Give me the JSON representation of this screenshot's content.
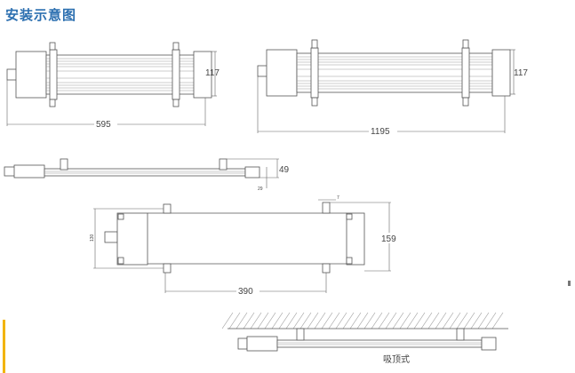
{
  "title": "安装示意图",
  "top_view_600": {
    "width_label": "595",
    "height_label": "117"
  },
  "top_view_1200": {
    "width_label": "1195",
    "height_label": "117"
  },
  "side_view": {
    "height_label": "49",
    "cap_label": "29"
  },
  "front_view": {
    "height_left_label": "130",
    "height_right_label": "159",
    "bracket_spacing_label": "390",
    "bracket_label": "7"
  },
  "ceiling_mount": {
    "caption": "吸顶式"
  },
  "colors": {
    "title": "#2c6fb0",
    "accent": "#f2b400"
  }
}
